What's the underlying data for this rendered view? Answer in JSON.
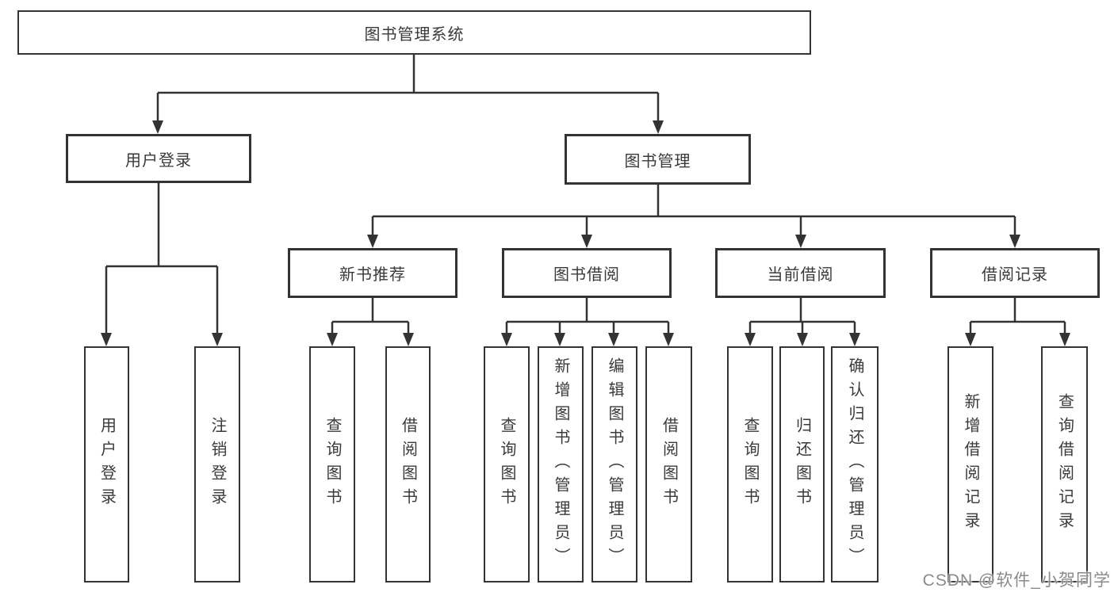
{
  "diagram": {
    "title": "图书管理系统",
    "level2": [
      {
        "label": "用户登录"
      },
      {
        "label": "图书管理"
      }
    ],
    "level3": [
      {
        "label": "新书推荐"
      },
      {
        "label": "图书借阅"
      },
      {
        "label": "当前借阅"
      },
      {
        "label": "借阅记录"
      }
    ],
    "leaves": [
      {
        "label": "用户登录"
      },
      {
        "label": "注销登录"
      },
      {
        "label": "查询图书"
      },
      {
        "label": "借阅图书"
      },
      {
        "label": "查询图书"
      },
      {
        "label": "新增图书（管理员）"
      },
      {
        "label": "编辑图书（管理员）"
      },
      {
        "label": "借阅图书"
      },
      {
        "label": "查询图书"
      },
      {
        "label": "归还图书"
      },
      {
        "label": "确认归还（管理员）"
      },
      {
        "label": "新增借阅记录"
      },
      {
        "label": "查询借阅记录"
      }
    ]
  },
  "watermark": {
    "text": "CSDN @软件_小贺同学",
    "color": "#8a8a8a"
  },
  "colors": {
    "line": "#333333",
    "border": "#333333",
    "text": "#3a3a3a",
    "background": "#ffffff"
  }
}
